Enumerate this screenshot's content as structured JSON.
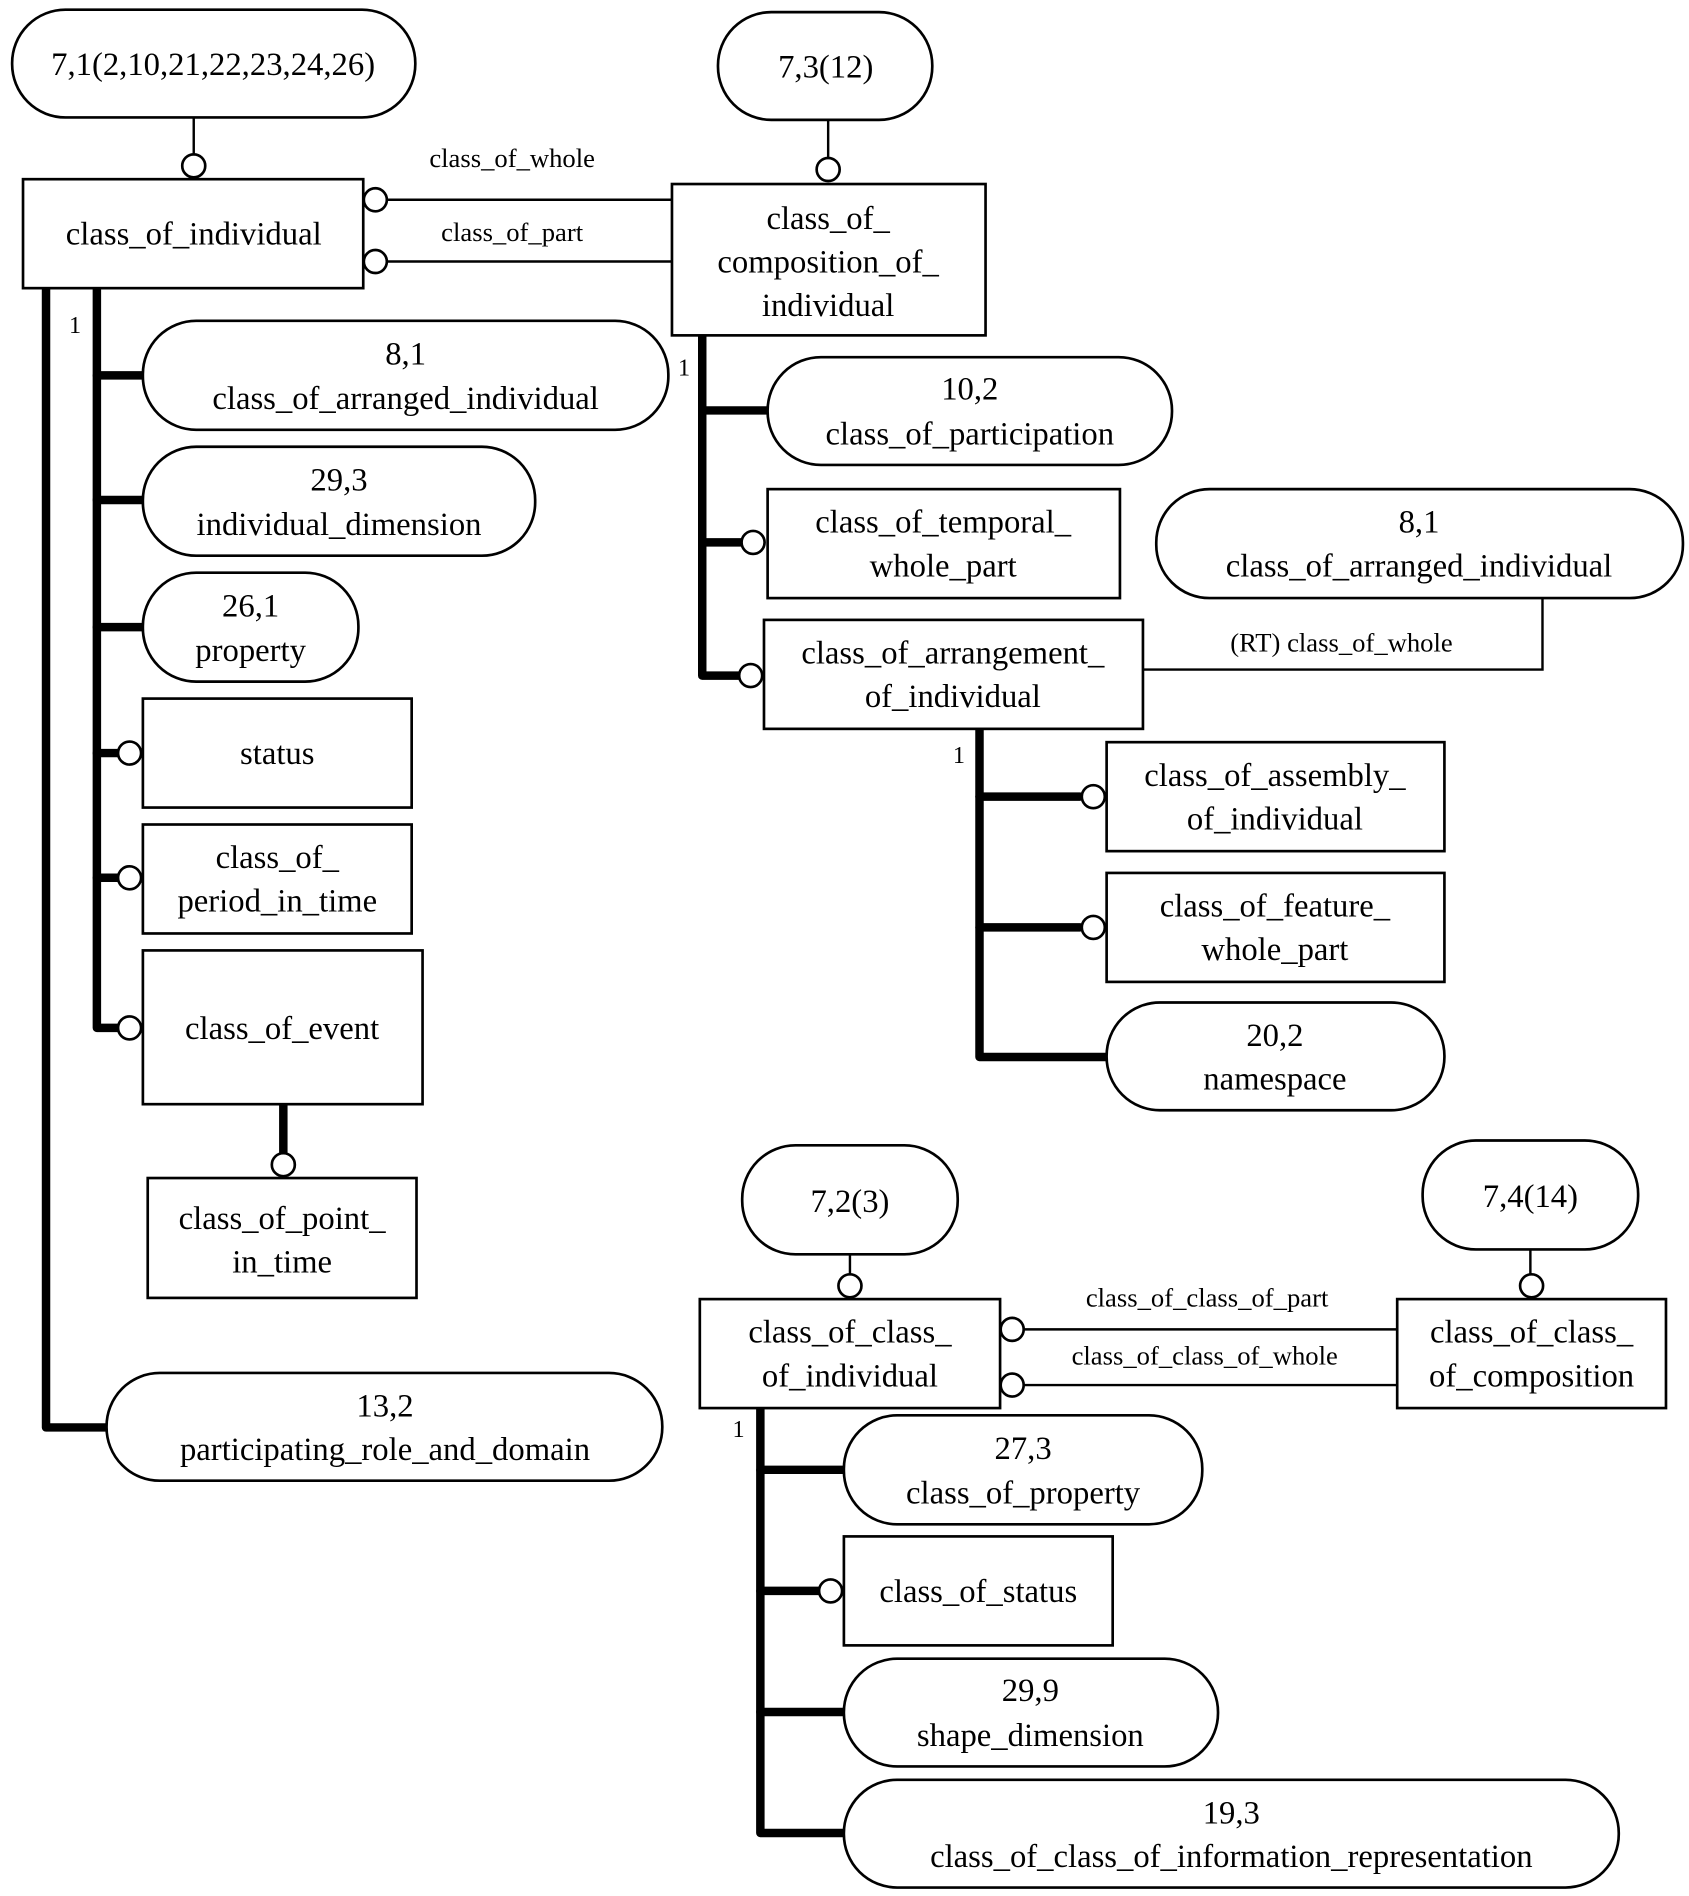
{
  "diagram": {
    "references": {
      "ref_7_1": "7,1(2,10,21,22,23,24,26)",
      "ref_7_3": "7,3(12)",
      "ref_7_2": "7,2(3)",
      "ref_7_4": "7,4(14)"
    },
    "entities": {
      "class_of_individual": [
        "class_of_individual"
      ],
      "class_of_composition_of_individual": [
        "class_of_",
        "composition_of_",
        "individual"
      ],
      "status": [
        "status"
      ],
      "class_of_period_in_time": [
        "class_of_",
        "period_in_time"
      ],
      "class_of_event": [
        "class_of_event"
      ],
      "class_of_point_in_time": [
        "class_of_point_",
        "in_time"
      ],
      "class_of_temporal_whole_part": [
        "class_of_temporal_",
        "whole_part"
      ],
      "class_of_arrangement_of_individual": [
        "class_of_arrangement_",
        "of_individual"
      ],
      "class_of_assembly_of_individual": [
        "class_of_assembly_",
        "of_individual"
      ],
      "class_of_feature_whole_part": [
        "class_of_feature_",
        "whole_part"
      ],
      "class_of_class_of_individual": [
        "class_of_class_",
        "of_individual"
      ],
      "class_of_class_of_composition": [
        "class_of_class_",
        "of_composition"
      ],
      "class_of_status": [
        "class_of_status"
      ]
    },
    "off_page": {
      "a_8_1": [
        "8,1",
        "class_of_arranged_individual"
      ],
      "a_29_3": [
        "29,3",
        "individual_dimension"
      ],
      "a_26_1": [
        "26,1",
        "property"
      ],
      "a_13_2": [
        "13,2",
        "participating_role_and_domain"
      ],
      "b_10_2": [
        "10,2",
        "class_of_participation"
      ],
      "b_8_1": [
        "8,1",
        "class_of_arranged_individual"
      ],
      "b_20_2": [
        "20,2",
        "namespace"
      ],
      "c_27_3": [
        "27,3",
        "class_of_property"
      ],
      "c_29_9": [
        "29,9",
        "shape_dimension"
      ],
      "c_19_3": [
        "19,3",
        "class_of_class_of_information_representation"
      ]
    },
    "relations": {
      "class_of_whole": "class_of_whole",
      "class_of_part": "class_of_part",
      "rt_class_of_whole": "(RT) class_of_whole",
      "class_of_class_of_part": "class_of_class_of_part",
      "class_of_class_of_whole": "class_of_class_of_whole"
    },
    "cardinalities": {
      "coi": "1",
      "cocoi": "1",
      "coaoi": "1",
      "coccoi": "1"
    }
  }
}
